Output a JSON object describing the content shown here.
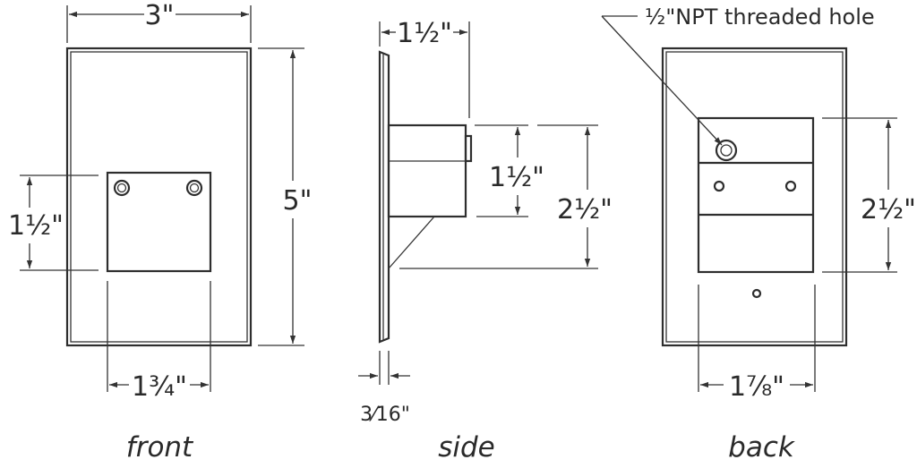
{
  "front": {
    "width_label": "3\"",
    "height_label": "5\"",
    "box_height_label": "1½\"",
    "box_width_label": "1¾\"",
    "view_label": "front"
  },
  "side": {
    "depth_label": "1½\"",
    "inner_label": "1½\"",
    "outer_label": "2½\"",
    "thickness_label": "3⁄16\"",
    "view_label": "side"
  },
  "back": {
    "hole_label": "½\"NPT threaded hole",
    "height_label": "2½\"",
    "width_label": "1⅞\"",
    "view_label": "back"
  }
}
